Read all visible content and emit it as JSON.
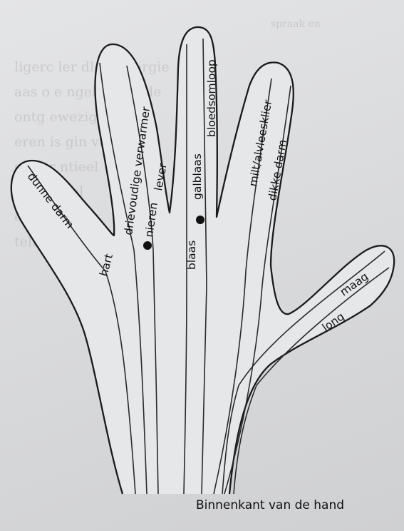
{
  "diagram": {
    "caption": "Binnenkant van de hand",
    "labels": {
      "dunne_darm": "dunne darm",
      "hart": "hart",
      "drievoudige_verwarmer": "drievoudige verwarmer",
      "nieren": "nieren",
      "lever": "lever",
      "blaas": "blaas",
      "galblaas": "galblaas",
      "bloedsomloop": "bloedsomloop",
      "milt_alvleesklier": "milt/alvleesklier",
      "dikke_darm": "dikke darm",
      "maag": "maag",
      "long": "long"
    },
    "colors": {
      "ink": "#111111",
      "paper": "#e6e7e9"
    }
  }
}
